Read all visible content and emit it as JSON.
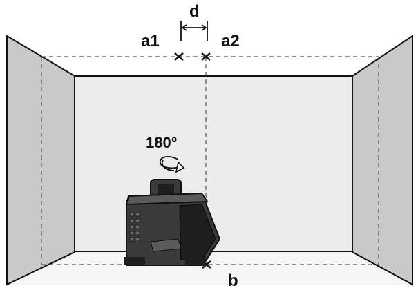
{
  "labels": {
    "distance": "d",
    "point_a1": "a1",
    "point_a2": "a2",
    "point_b": "b",
    "rotation": "180°"
  },
  "colors": {
    "wall_side": "#c8c8c8",
    "wall_back": "#ececec",
    "floor": "#f5f5f5",
    "outline": "#111111",
    "device_body": "#3a3a3a",
    "device_dark": "#1e1e1e",
    "device_light": "#5a5a5a"
  }
}
